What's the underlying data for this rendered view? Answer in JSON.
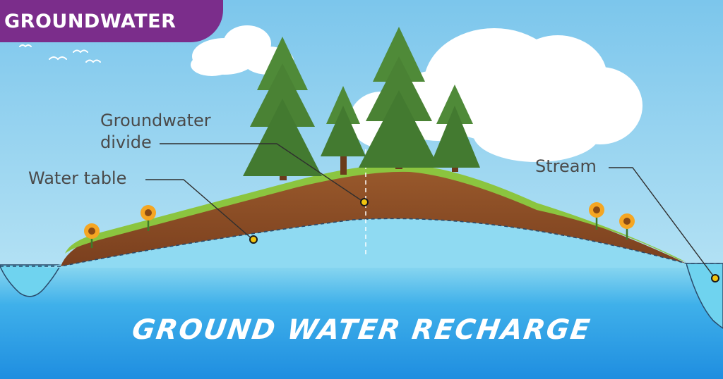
{
  "header": {
    "badge_text": "GROUNDWATER"
  },
  "labels": {
    "groundwater_divide": [
      "Groundwater",
      "divide"
    ],
    "water_table": "Water table",
    "stream": "Stream"
  },
  "title": "GROUND WATER RECHARGE",
  "colors": {
    "sky_top": "#7cc6ec",
    "sky_bottom": "#c9ecf7",
    "badge": "#7b2d8b",
    "water_shallow": "#7fd3ee",
    "water_deep": "#1f8ee0",
    "soil": "#8a4a24",
    "grass": "#8bc53f",
    "tree": "#4f8a38",
    "label_text": "#4a4a4a",
    "marker": "#f1c40f"
  },
  "icons": [
    "tree-icon",
    "sunflower-icon",
    "bird-icon",
    "cloud-icon"
  ]
}
